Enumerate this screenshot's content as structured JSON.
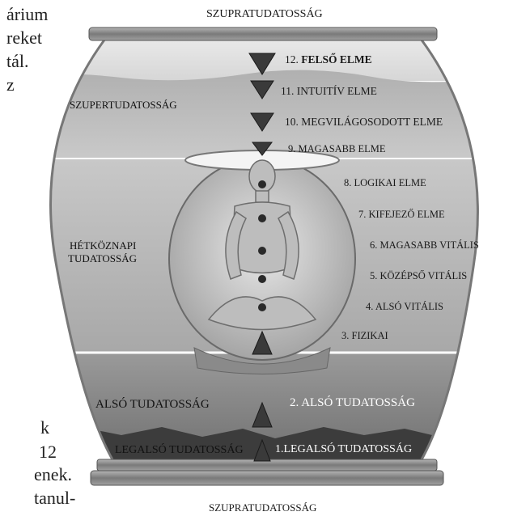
{
  "top_label": "SZUPRATUDATOSSÁG",
  "bottom_label": "SZUPRATUDATOSSÁG",
  "left_text_top": [
    "árium",
    "reket",
    "tál.",
    "z"
  ],
  "left_text_bottom": [
    "k",
    "12",
    "enek.",
    "tanul-"
  ],
  "zones": {
    "superconscious": "SZUPERTUDATOSSÁG",
    "everyday_line1": "HÉTKÖZNAPI",
    "everyday_line2": "TUDATOSSÁG",
    "lower": "ALSÓ TUDATOSSÁG",
    "lowest": "LEGALSÓ TUDATOSSÁG"
  },
  "levels": [
    {
      "num": "12.",
      "name": "FELSŐ ELME"
    },
    {
      "num": "11.",
      "name": "INTUITÍV ELME"
    },
    {
      "num": "10.",
      "name": "MEGVILÁGOSODOTT ELME"
    },
    {
      "num": "9.",
      "name": "MAGASABB ELME"
    },
    {
      "num": "8.",
      "name": "LOGIKAI ELME"
    },
    {
      "num": "7.",
      "name": "KIFEJEZŐ ELME"
    },
    {
      "num": "6.",
      "name": "MAGASABB VITÁLIS"
    },
    {
      "num": "5.",
      "name": "KÖZÉPSŐ VITÁLIS"
    },
    {
      "num": "4.",
      "name": "ALSÓ VITÁLIS"
    },
    {
      "num": "3.",
      "name": "FIZIKAI"
    },
    {
      "num": "2.",
      "name": "ALSÓ TUDATOSSÁG"
    },
    {
      "num": "1.",
      "name": "LEGALSÓ TUDATOSSÁG"
    }
  ],
  "colors": {
    "band_top": "#d8d8d8",
    "band_mid": "#b9b9b9",
    "band_low": "#8c8c8c",
    "ground": "#3c3c3c",
    "rim": "#8a8a8a"
  }
}
